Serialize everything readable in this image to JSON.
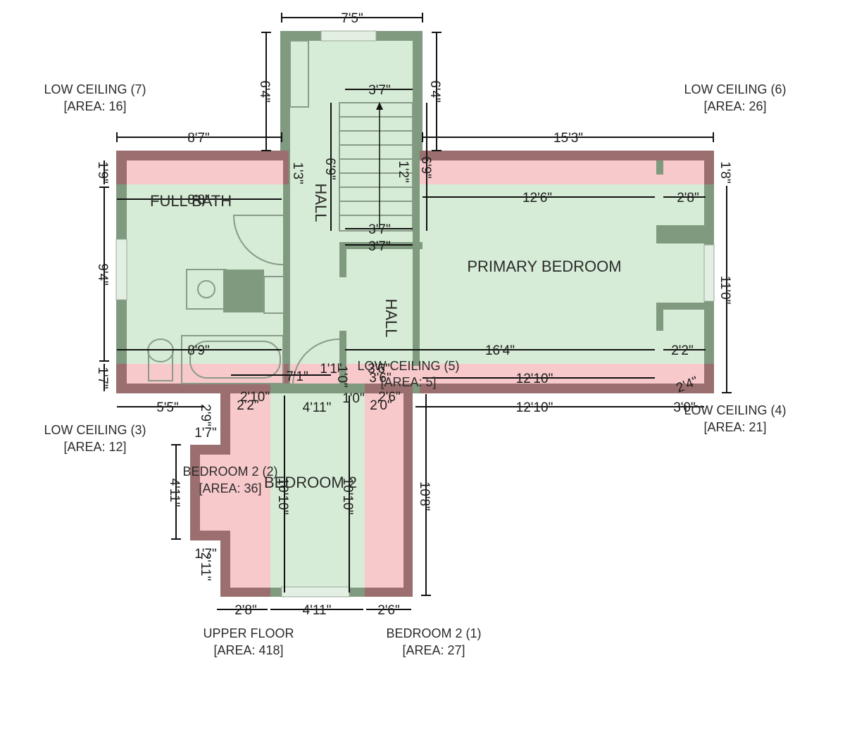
{
  "rooms": {
    "full_bath": "FULL BATH",
    "hall_upper": "HALL",
    "hall_lower": "HALL",
    "primary_bedroom": "PRIMARY BEDROOM",
    "bedroom_2": "BEDROOM 2"
  },
  "areas": {
    "low_ceiling_7": {
      "name": "LOW CEILING (7)",
      "area": "[AREA: 16]"
    },
    "low_ceiling_6": {
      "name": "LOW CEILING (6)",
      "area": "[AREA: 26]"
    },
    "low_ceiling_5": {
      "name": "LOW CEILING (5)",
      "area": "[AREA: 5]"
    },
    "low_ceiling_4": {
      "name": "LOW CEILING (4)",
      "area": "[AREA: 21]"
    },
    "low_ceiling_3": {
      "name": "LOW CEILING (3)",
      "area": "[AREA: 12]"
    },
    "bedroom_2_2": {
      "name": "BEDROOM 2 (2)",
      "area": "[AREA: 36]"
    },
    "bedroom_2_1": {
      "name": "BEDROOM 2 (1)",
      "area": "[AREA: 27]"
    },
    "upper_floor": {
      "name": "UPPER FLOOR",
      "area": "[AREA: 418]"
    }
  },
  "dimensions": {
    "top_width": "7'5\"",
    "left_hall_height": "6'4\"",
    "right_hall_height": "6'4\"",
    "stair_top": "3'7\"",
    "stair_bottom": "3'7\"",
    "stair_landing": "3'7\"",
    "stair_side": "1'2\"",
    "stair_length": "6'9\"",
    "stair_right": "6'9\"",
    "hall_wall": "1'3\"",
    "bath_top_width": "8'7\"",
    "bedroom_top_width": "15'3\"",
    "bath_low_height": "1'9\"",
    "bath_width_overlap": "8'8\"",
    "bath_height": "9'4\"",
    "bath_bottom_width": "8'9\"",
    "bath_bottom_low": "1'7\"",
    "bedroom_width": "12'6\"",
    "closet_top": "2'8\"",
    "bedroom_top_low": "1'8\"",
    "bedroom_height": "11'0\"",
    "bedroom_length": "16'4\"",
    "closet_bottom": "2'2\"",
    "bedroom_low_width": "12'10\"",
    "corner_diag": "2'4\"",
    "hall_lower_width": "7'1\"",
    "hall_small_1": "1'1\"",
    "hall_small_2": "3'6\"",
    "hall_small_3": "3'6\"",
    "hall_small_4": "1'0\"",
    "left_bottom_width": "5'5\"",
    "b2_low_top_a": "2'10\"",
    "b2_low_top_b": "2'2\"",
    "b2_center_top": "4'11\"",
    "b2_right_top_a": "1'0\"",
    "b2_right_top_b": "2'0\"",
    "b2_right_top_c": "2'6\"",
    "bottom_long": "12'10\"",
    "corner_bottom": "3'0\"",
    "b2_alcove_a": "2'9\"",
    "b2_alcove_b": "1'7\"",
    "b2_alcove_height": "4'11\"",
    "b2_alcove_c": "1'7\"",
    "b2_alcove_d": "2'11\"",
    "b2_height_left": "10'10\"",
    "b2_height_right": "10'10\"",
    "b2_right_height": "10'8\"",
    "b2_bottom_left": "2'8\"",
    "b2_bottom_center": "4'11\"",
    "b2_bottom_right": "2'6\""
  },
  "colors": {
    "floor": "#d6ecd6",
    "wall": "#7f9a7f",
    "low_ceiling": "#f8c9cb",
    "low_wall": "#9b6f6f"
  }
}
